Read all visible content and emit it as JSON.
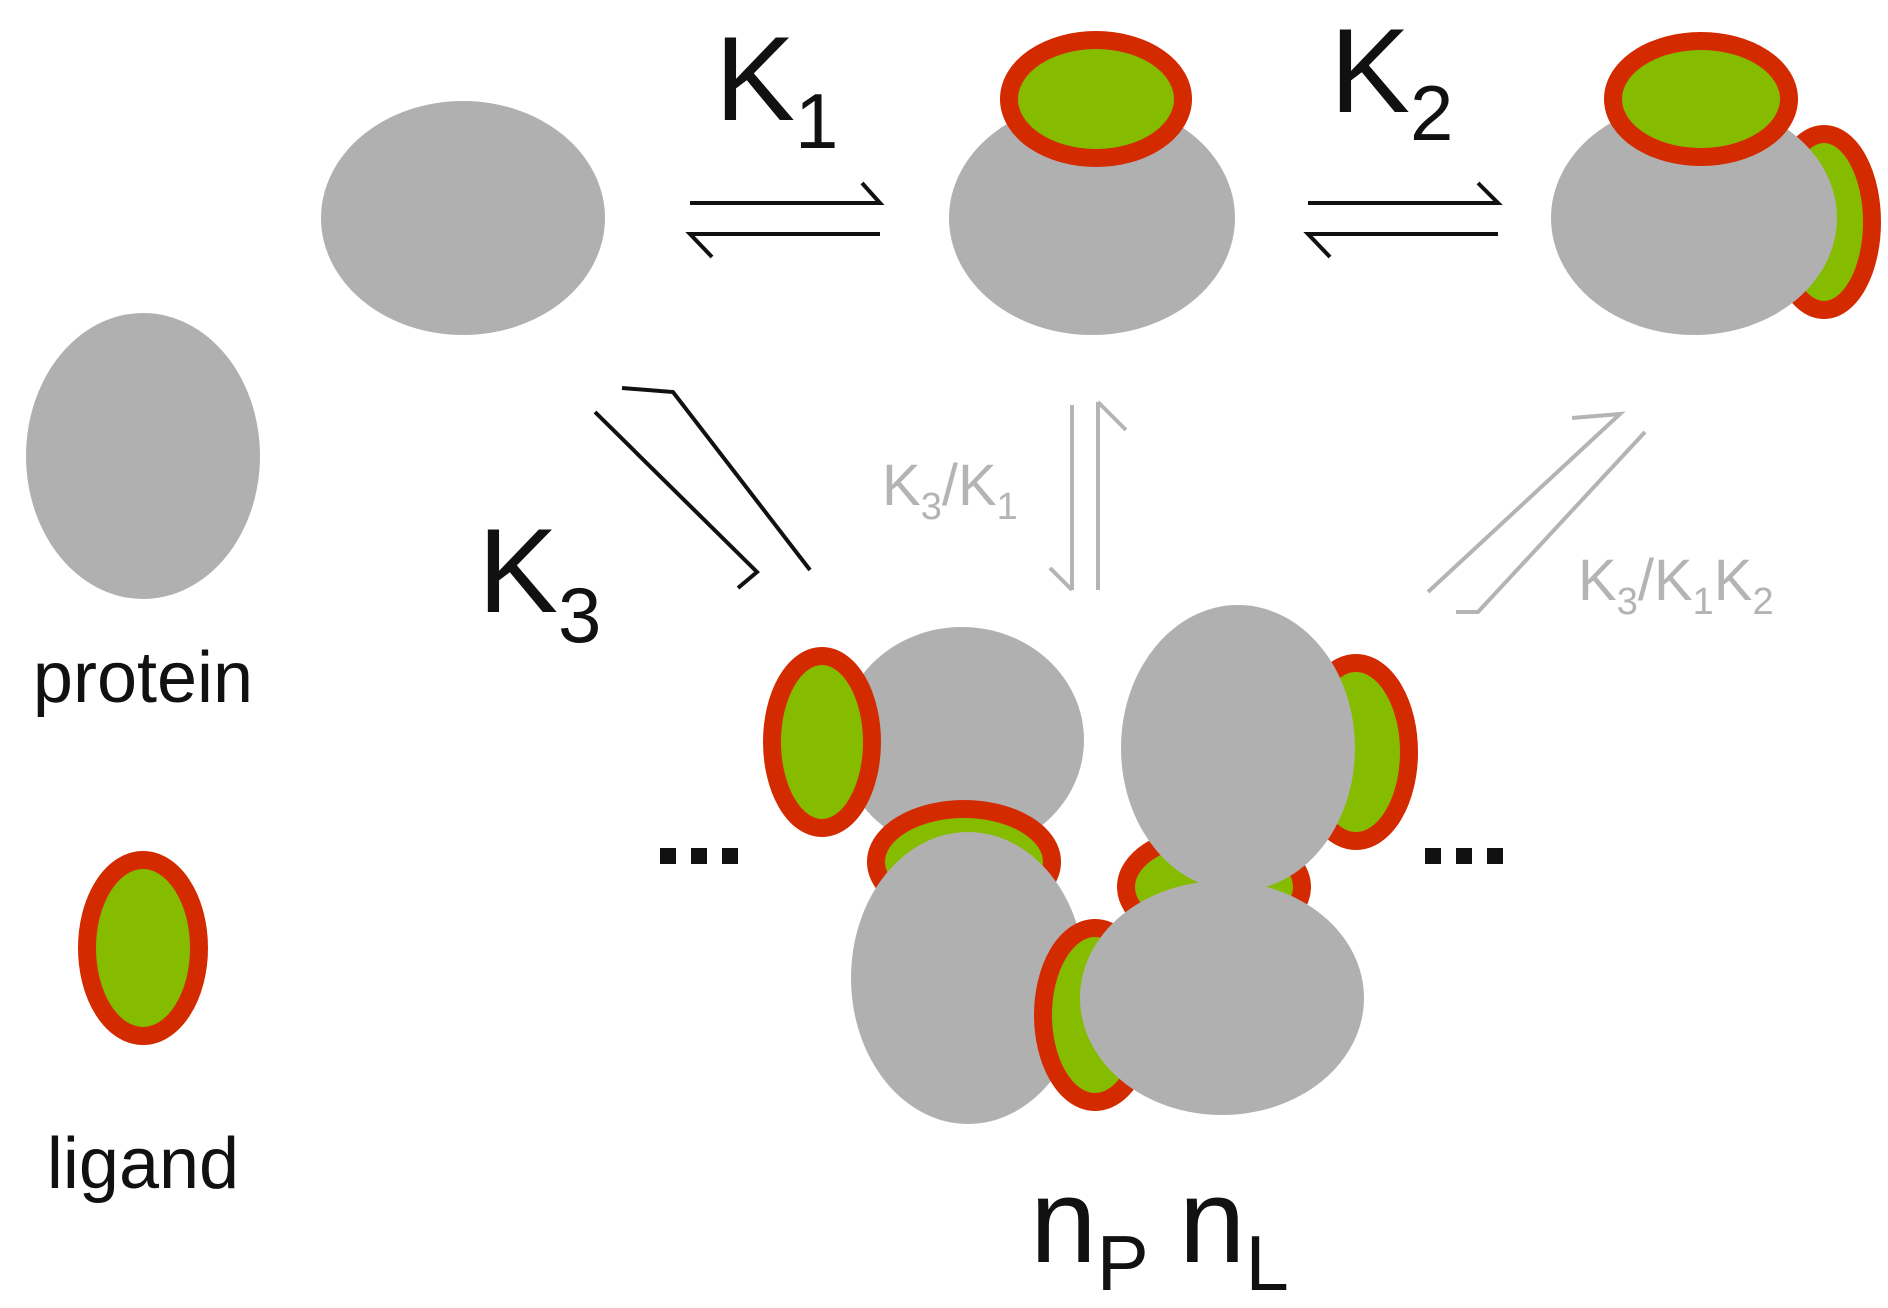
{
  "legend": {
    "protein_label": "protein",
    "ligand_label": "ligand"
  },
  "constants": {
    "k1": {
      "base": "K",
      "sub": "1"
    },
    "k2": {
      "base": "K",
      "sub": "2"
    },
    "k3": {
      "base": "K",
      "sub": "3"
    },
    "k3_over_k1": {
      "a": "K",
      "a_sub": "3",
      "slash": "/",
      "b": "K",
      "b_sub": "1"
    },
    "k3_over_k1k2": {
      "a": "K",
      "a_sub": "3",
      "slash": "/",
      "b": "K",
      "b_sub": "1",
      "c": "K",
      "c_sub": "2"
    }
  },
  "aggregate": {
    "ellipsis_left": "...",
    "ellipsis_right": "...",
    "np": {
      "base": "n",
      "sub": "P"
    },
    "nl": {
      "base": "n",
      "sub": "L"
    }
  },
  "colors": {
    "protein": "#b0b0b0",
    "ligand_fill": "#86bc00",
    "ligand_border": "#d42a00",
    "arrow_strong": "#111111",
    "arrow_faint": "#b4b4b4"
  }
}
